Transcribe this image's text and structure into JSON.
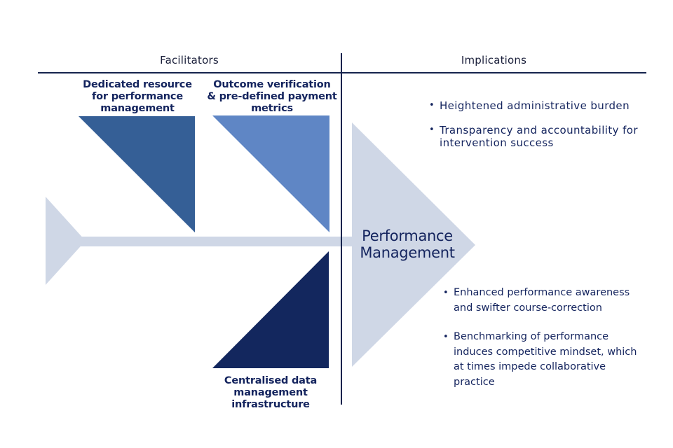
{
  "headers": {
    "left": "Facilitators",
    "right": "Implications"
  },
  "colors": {
    "bone_dark": "#13275e",
    "bone_medium": "#355f96",
    "bone_light": "#5f86c5",
    "spine": "#cfd7e6",
    "text": "#14245e",
    "line": "#15234d"
  },
  "facilitators": [
    {
      "label": "Dedicated resource for performance management",
      "lines": [
        "Dedicated resource",
        "for performance",
        "management"
      ]
    },
    {
      "label": "Outcome verification & pre-defined payment metrics",
      "lines": [
        "Outcome verification",
        "& pre-defined payment",
        "metrics"
      ]
    },
    {
      "label": "Centralised data management infrastructure",
      "lines": [
        "Centralised data",
        "management",
        "infrastructure"
      ]
    }
  ],
  "head": {
    "lines": [
      "Performance",
      "Management"
    ]
  },
  "implications": {
    "top": [
      "Heightened administrative burden",
      "Transparency and accountability for intervention success"
    ],
    "bottom": [
      "Enhanced performance awareness and swifter course-correction",
      "Benchmarking of performance induces competitive mindset, which at times impede collaborative practice"
    ]
  }
}
